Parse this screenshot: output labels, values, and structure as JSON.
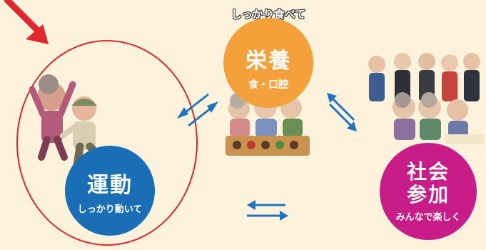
{
  "eiyo": {
    "top_label": "しっかり食べて",
    "title": "栄養",
    "sub": "食・口腔"
  },
  "undo": {
    "title": "運動",
    "sub": "しっかり動いて"
  },
  "shakai": {
    "title_line1": "社会",
    "title_line2": "参加",
    "sub": "みんなで楽しく"
  },
  "colors": {
    "background": "#fdf3dc",
    "eiyo": "#f4a13b",
    "undo": "#1a6eb6",
    "shakai": "#c81d88",
    "arrow": "#1f73c0",
    "highlight": "#e0282e"
  }
}
